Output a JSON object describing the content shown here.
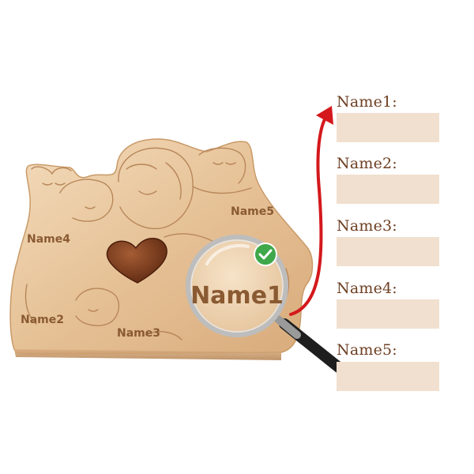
{
  "product": {
    "engravings": {
      "name1": "Name1",
      "name2": "Name2",
      "name3": "Name3",
      "name4": "Name4",
      "name5": "Name5"
    }
  },
  "form": {
    "fields": [
      {
        "label": "Name1:",
        "value": ""
      },
      {
        "label": "Name2:",
        "value": ""
      },
      {
        "label": "Name3:",
        "value": ""
      },
      {
        "label": "Name4:",
        "value": ""
      },
      {
        "label": "Name5:",
        "value": ""
      }
    ]
  },
  "icons": {
    "magnifier": "magnifying-glass-icon",
    "check": "check-badge-icon",
    "arrow": "arrow-icon"
  },
  "colors": {
    "label_text": "#6e3f22",
    "field_fill": "#f1e0cf",
    "arrow_red": "#d4181c",
    "check_green": "#3fa84a",
    "wood_light": "#e9c9a0",
    "wood_dark_heart": "#7a3b1e"
  }
}
